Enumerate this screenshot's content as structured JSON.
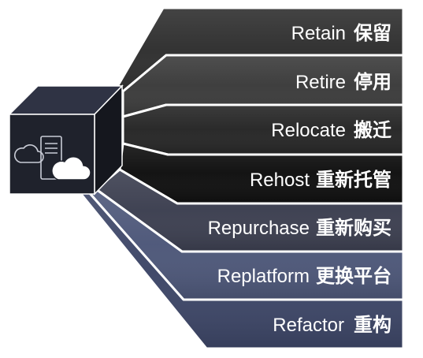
{
  "items": [
    {
      "en": "Retain",
      "zh": "保留",
      "color": "#2f2f2f"
    },
    {
      "en": "Retire",
      "zh": "停用",
      "color": "#3b3b3b"
    },
    {
      "en": "Relocate",
      "zh": "搬迁",
      "color": "#262626"
    },
    {
      "en": "Rehost",
      "zh": "重新托管",
      "color": "#0f0f0f"
    },
    {
      "en": "Repurchase",
      "zh": "重新购买",
      "color": "#3c3f50"
    },
    {
      "en": "Replatform",
      "zh": "更换平台",
      "color": "#4d5779"
    },
    {
      "en": "Refactor",
      "zh": "重构",
      "color": "#3d4667"
    }
  ],
  "cube": {
    "top_color": "#2f3344",
    "front_color": "#1f222c",
    "side_color": "#15171e",
    "icons": [
      "cloud-outline-icon",
      "document-icon",
      "cloud-filled-icon"
    ]
  }
}
